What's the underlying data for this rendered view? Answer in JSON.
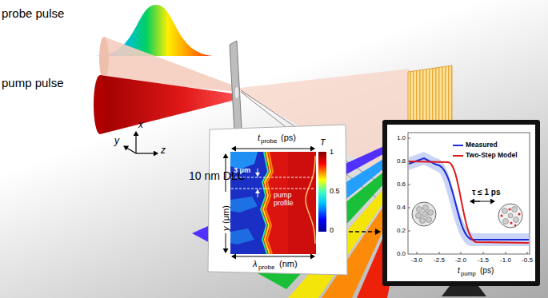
{
  "diagram": {
    "labels": [
      "probe pulse",
      "pump pulse",
      "x",
      "y",
      "z",
      "10 nm DLC",
      "t",
      "probe",
      "(ps)",
      "y",
      "(μm)",
      "3 μm",
      "pump profile",
      "T",
      "1",
      "0.5",
      "0",
      "λ",
      "probe",
      "(nm)",
      "1.0",
      "0.8",
      "0.6",
      "0.4",
      "0.2",
      "0.0",
      "-3.0",
      "-2.5",
      "-2.0",
      "-1.5",
      "-1.0",
      "-0.5",
      "τ ≤ 1 ps",
      "t",
      "pump",
      "(ps)"
    ],
    "legend": [
      {
        "text": "Measured"
      },
      {
        "text": "Two-Step Model"
      }
    ]
  }
}
